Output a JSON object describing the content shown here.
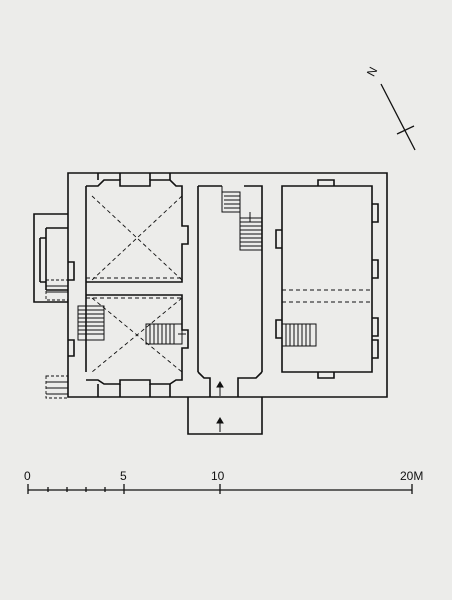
{
  "compass": {
    "label": "N"
  },
  "scale_bar": {
    "ticks": [
      "0",
      "5",
      "10",
      "20M"
    ]
  },
  "colors": {
    "ink": "#111111",
    "paper": "#ececea"
  }
}
